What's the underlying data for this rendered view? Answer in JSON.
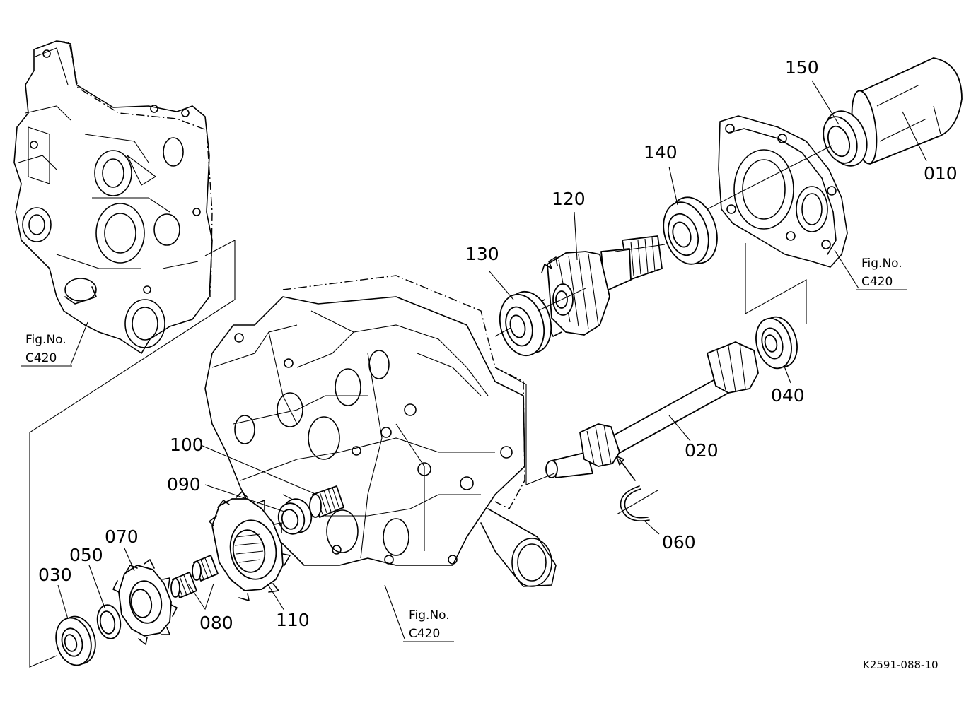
{
  "diagram_code": "K2591-088-10",
  "figure_refs": [
    {
      "id": "ref-left",
      "line1": "Fig.No.",
      "line2": "C420"
    },
    {
      "id": "ref-right",
      "line1": "Fig.No.",
      "line2": "C420"
    },
    {
      "id": "ref-bottom",
      "line1": "Fig.No.",
      "line2": "C420"
    }
  ],
  "parts": [
    {
      "id": "010",
      "label": "010"
    },
    {
      "id": "020",
      "label": "020"
    },
    {
      "id": "030",
      "label": "030"
    },
    {
      "id": "040",
      "label": "040"
    },
    {
      "id": "050",
      "label": "050"
    },
    {
      "id": "060",
      "label": "060"
    },
    {
      "id": "070",
      "label": "070"
    },
    {
      "id": "080",
      "label": "080"
    },
    {
      "id": "090",
      "label": "090"
    },
    {
      "id": "100",
      "label": "100"
    },
    {
      "id": "110",
      "label": "110"
    },
    {
      "id": "120",
      "label": "120"
    },
    {
      "id": "130",
      "label": "130"
    },
    {
      "id": "140",
      "label": "140"
    },
    {
      "id": "150",
      "label": "150"
    }
  ]
}
